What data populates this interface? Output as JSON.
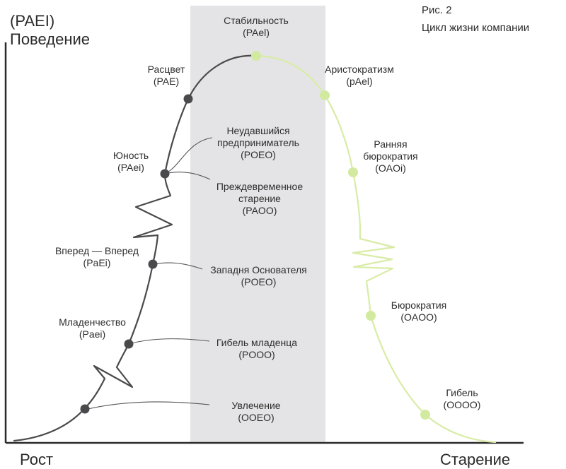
{
  "figure": {
    "number": "Рис. 2",
    "title": "Цикл жизни компании"
  },
  "axes": {
    "y_label_line1": "(PAEI)",
    "y_label_line2": "Поведение",
    "x_left": "Рост",
    "x_right": "Старение"
  },
  "colors": {
    "growth": "#4a4a4d",
    "aging": "#d8eca6",
    "aging_dot": "#d2eaa0",
    "band": "#e4e4e6",
    "axis": "#2b2b2b"
  },
  "stages": [
    {
      "name": "Увлечение",
      "code": "(OOEO)"
    },
    {
      "name": "Младенчество",
      "code": "(Paei)"
    },
    {
      "name": "Гибель младенца",
      "code": "(POOO)"
    },
    {
      "name": "Вперед — Вперед",
      "code": "(PaEi)"
    },
    {
      "name": "Западня Основателя",
      "code": "(POEO)"
    },
    {
      "name": "Юность",
      "code": "(PAei)"
    },
    {
      "name": "Неудавшийся",
      "name2": "предприниматель",
      "code": "(POEO)"
    },
    {
      "name": "Преждевременное",
      "name2": "старение",
      "code": "(PAOO)"
    },
    {
      "name": "Расцвет",
      "code": "(PAE)"
    },
    {
      "name": "Стабильность",
      "code": "(PAel)"
    },
    {
      "name": "Аристократизм",
      "code": "(pAel)"
    },
    {
      "name": "Ранняя",
      "name2": "бюрократия",
      "code": "(OAOi)"
    },
    {
      "name": "Бюрократия",
      "code": "(OAOO)"
    },
    {
      "name": "Гибель",
      "code": "(OOOO)"
    }
  ]
}
